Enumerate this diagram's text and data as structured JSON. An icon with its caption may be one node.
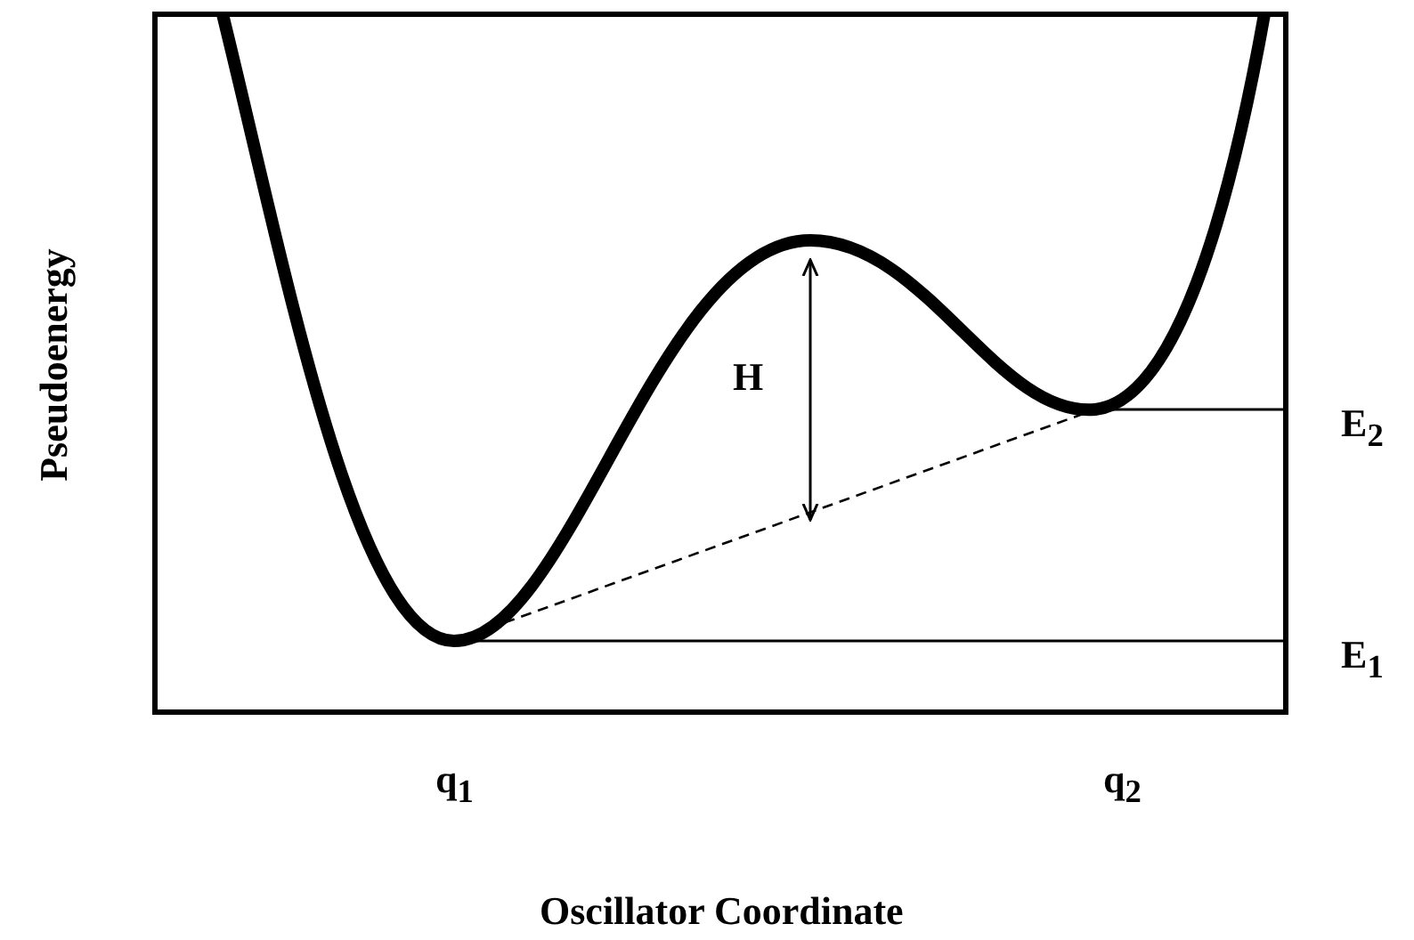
{
  "diagram": {
    "labels": [
      "Pseudoenergy",
      "H",
      "E$_{2}$",
      "E$_{1}$",
      "q$_{1}$",
      "q$_{2}$",
      "Oscillator Coordinate"
    ]
  }
}
